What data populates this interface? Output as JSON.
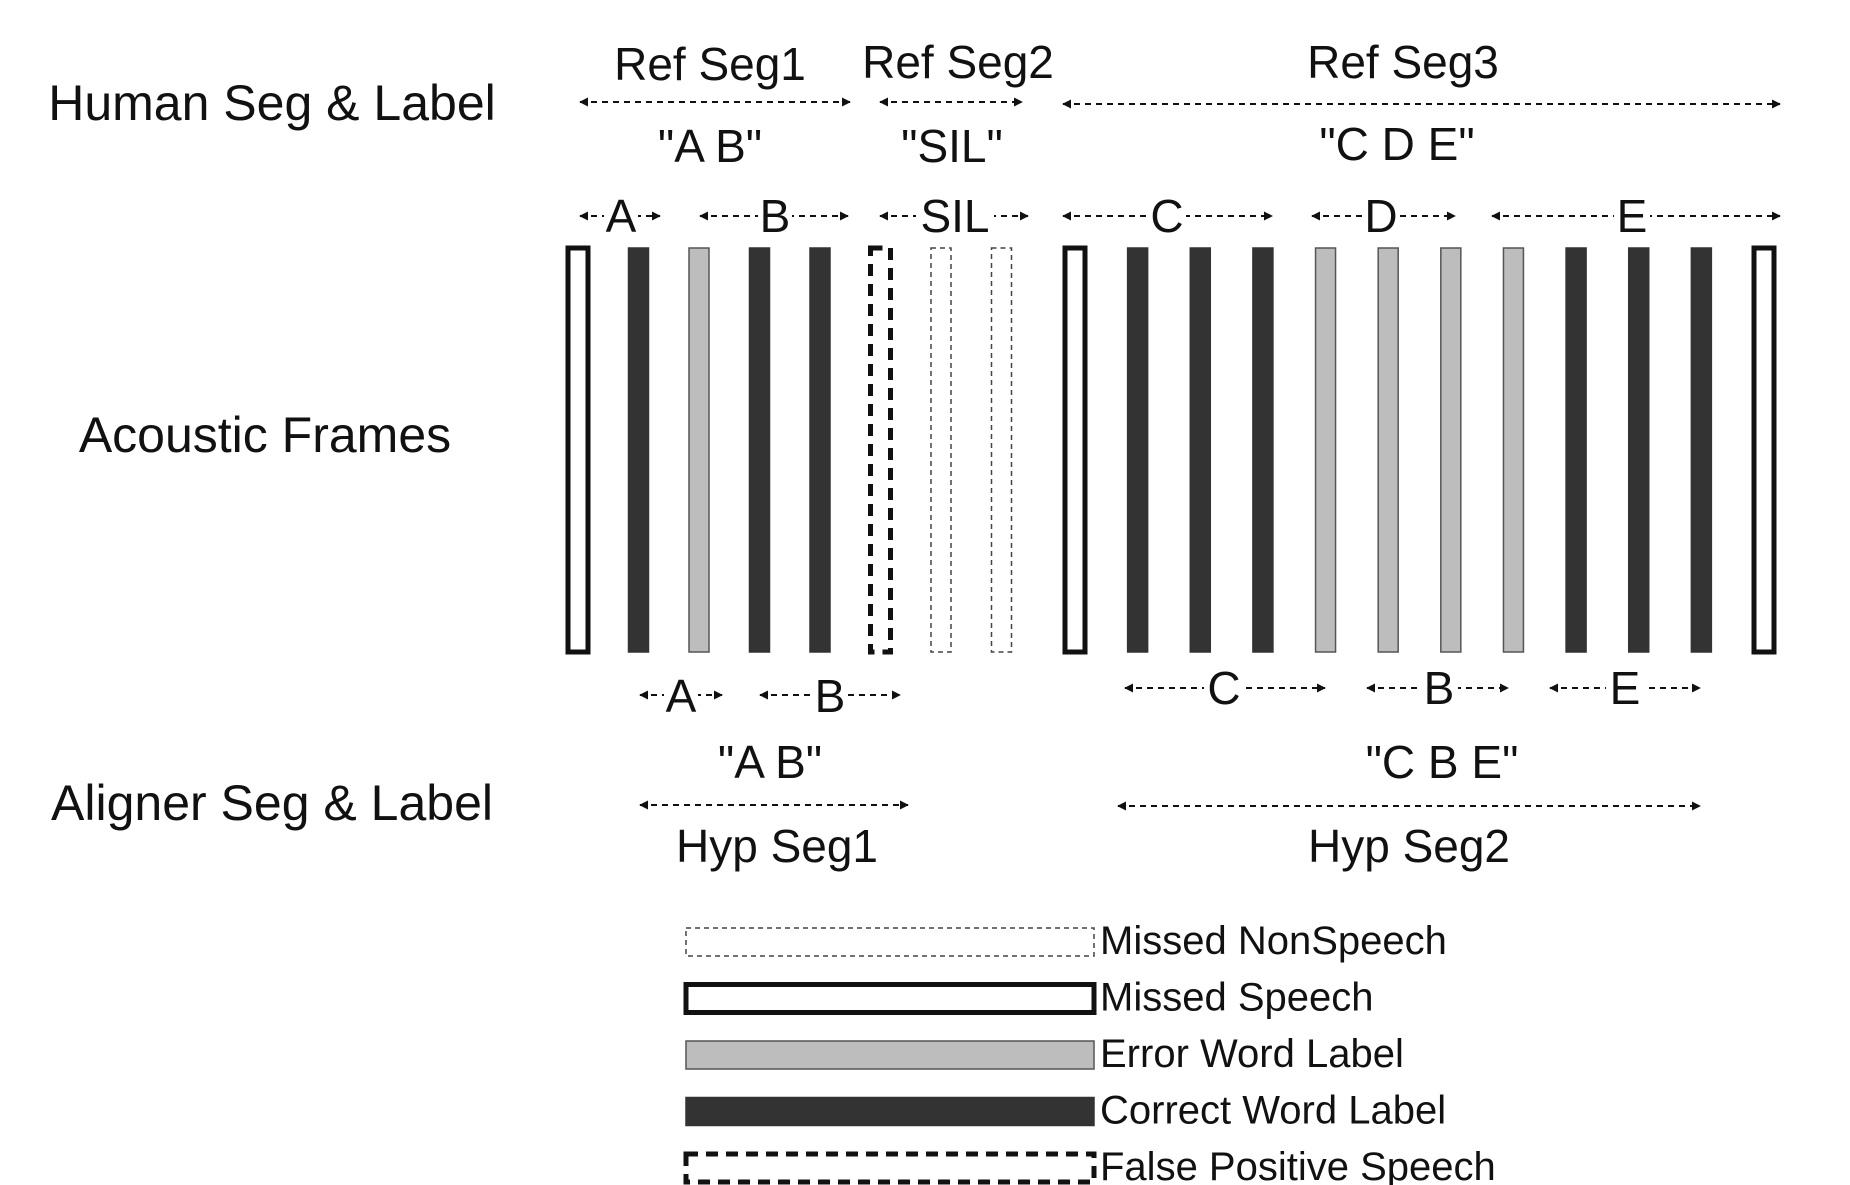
{
  "row_labels": {
    "human": "Human Seg & Label",
    "frames": "Acoustic Frames",
    "aligner": "Aligner Seg & Label"
  },
  "ref_segments": [
    {
      "name": "Ref Seg1",
      "label": "\"A B\""
    },
    {
      "name": "Ref Seg2",
      "label": "\"SIL\""
    },
    {
      "name": "Ref Seg3",
      "label": "\"C D E\""
    }
  ],
  "ref_words": [
    "A",
    "B",
    "SIL",
    "C",
    "D",
    "E"
  ],
  "frames": [
    "missed-speech",
    "correct",
    "error",
    "correct",
    "correct",
    "false-positive",
    "missed-nonspeech",
    "missed-nonspeech",
    "missed-speech",
    "correct",
    "correct",
    "correct",
    "error",
    "error",
    "error",
    "error",
    "correct",
    "correct",
    "correct",
    "missed-speech"
  ],
  "hyp_words": [
    "A",
    "B",
    "C",
    "B",
    "E"
  ],
  "hyp_segments": [
    {
      "name": "Hyp Seg1",
      "label": "\"A B\""
    },
    {
      "name": "Hyp Seg2",
      "label": "\"C B E\""
    }
  ],
  "legend": [
    {
      "kind": "missed-nonspeech",
      "label": "Missed NonSpeech"
    },
    {
      "kind": "missed-speech",
      "label": "Missed Speech"
    },
    {
      "kind": "error",
      "label": "Error Word Label"
    },
    {
      "kind": "correct",
      "label": "Correct Word Label"
    },
    {
      "kind": "false-positive",
      "label": "False Positive Speech"
    }
  ],
  "colors": {
    "correct": "#333333",
    "error": "#bdbdbd",
    "outline": "#111111"
  }
}
